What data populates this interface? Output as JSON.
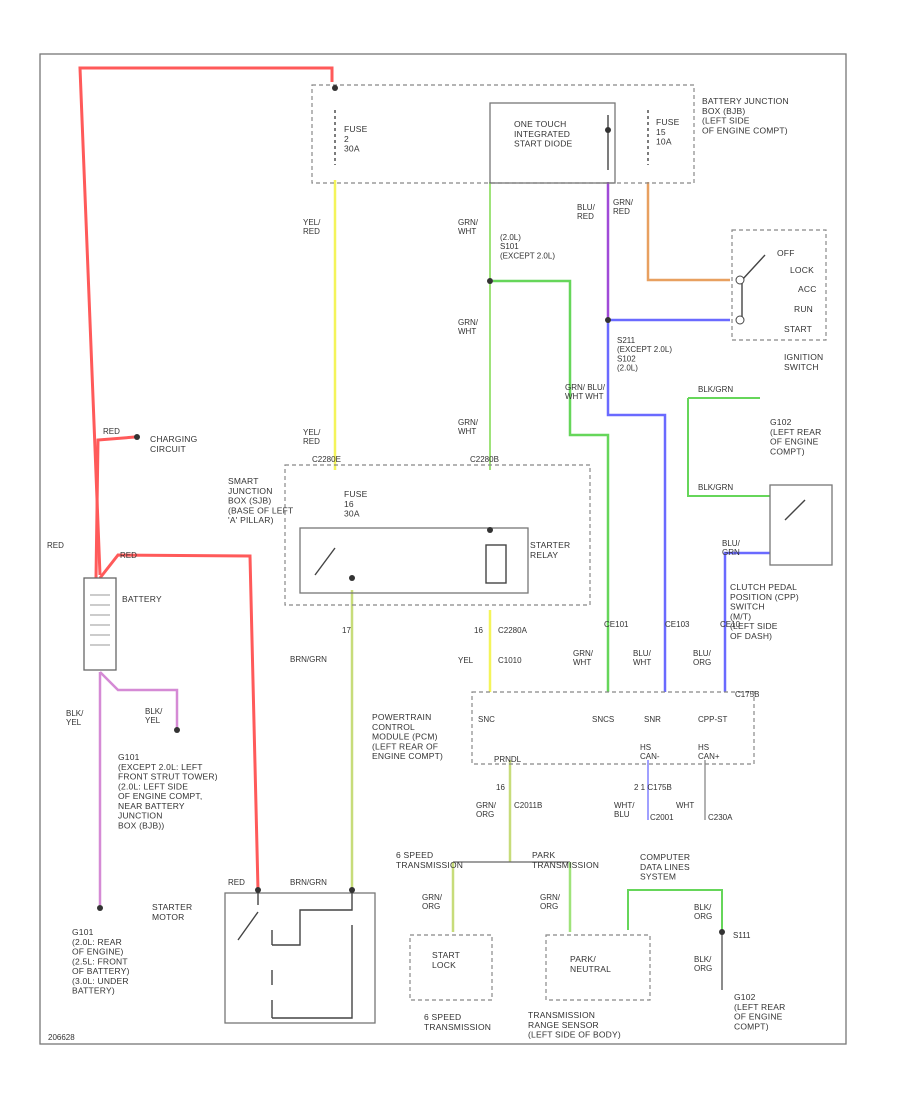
{
  "colors": {
    "red": "#ff5a5a",
    "yellow": "#f4f45a",
    "light_green": "#9fe37a",
    "green": "#66d65a",
    "purple": "#a04ad8",
    "blue": "#6a6aff",
    "orange": "#e8a060",
    "pink_violet": "#d58ad5",
    "olive_green": "#c7dc7a",
    "gray": "#666666"
  },
  "labels": {
    "fuse_box": "BATTERY JUNCTION\nBOX (BJB)\n(LEFT SIDE\nOF ENGINE COMPT)",
    "fuse_2": "FUSE\n2\n30A",
    "fuse_15": "FUSE\n15\n10A",
    "diode": "ONE TOUCH\nINTEGRATED\nSTART DIODE",
    "wire_yel_red": "YEL/\nRED",
    "wire_grn_wht": "GRN/\nWHT",
    "wire_blu_red": "BLU/\nRED",
    "wire_grn_red": "GRN/\nRED",
    "s201": "(2.0L)\nS101\n(EXCEPT 2.0L)",
    "ignition_switch": "IGNITION\nSWITCH",
    "ign_off": "OFF",
    "ign_lock": "LOCK",
    "ign_acc": "ACC",
    "ign_run": "RUN",
    "ign_start": "START",
    "s211": "S211\n(EXCEPT 2.0L)\nS102\n(2.0L)",
    "grn_blu_line": "GRN/ BLU/\nWHT WHT",
    "charging": "CHARGING\nCIRCUIT",
    "battery": "BATTERY",
    "sjb": "SMART\nJUNCTION\nBOX (SJB)\n(BASE OF LEFT\n'A' PILLAR)",
    "fuse_16": "FUSE\n16\n30A",
    "starter_relay": "STARTER\nRELAY",
    "c2280e": "C2280E",
    "c2280b": "C2280B",
    "wire_red_top": "RED",
    "wire_red_side": "RED",
    "wire_red_bat": "RED",
    "g102": "G102\n(LEFT REAR\nOF ENGINE\nCOMPT)",
    "clutch": "CLUTCH PEDAL\nPOSITION (CPP)\nSWITCH\n(M/T)\n(LEFT SIDE\nOF DASH)",
    "wire_blk_grn": "BLK/GRN",
    "wire_blu_grn": "BLU/\nGRN",
    "wire_brn_grn": "BRN/GRN",
    "pin_17": "17",
    "pin_16": "16",
    "c2280a": "C2280A",
    "wire_yel": "YEL",
    "c1010": "C1010",
    "pcm": "POWERTRAIN\nCONTROL\nMODULE (PCM)\n(LEFT REAR OF\nENGINE COMPT)",
    "pcm_sns": "SNC",
    "pcm_sncs": "SNCS",
    "pcm_snr": "SNR",
    "pcm_cpp": "CPP-ST",
    "ce101": "CE101",
    "ce103": "CE103",
    "ce10": "CE10",
    "c175b": "C175B",
    "wire_grn_wht2": "GRN/\nWHT",
    "wire_blu_wht": "BLU/\nWHT",
    "wire_blu_org": "BLU/\nORG",
    "wire_blk_yel": "BLK/\nYEL",
    "wire_blk_yel2": "BLK/\nYEL",
    "g101": "G101\n(EXCEPT 2.0L: LEFT\nFRONT STRUT TOWER)\n(2.0L: LEFT SIDE\nOF ENGINE COMPT,\nNEAR BATTERY\nJUNCTION\nBOX (BJB))",
    "prnd": "PRNDL",
    "hs_can_l": "HS\nCAN-",
    "hs_can_h": "HS\nCAN+",
    "pins_can": "2    1    C175B",
    "wire_wht_blu": "WHT/\nBLU",
    "wire_wht": "WHT",
    "c2001": "C2001",
    "c230a": "C230A",
    "wire_grn_org": "GRN/\nORG",
    "c2011b": "C2011B",
    "c1": "16",
    "six_speed": "6 SPEED\nTRANSMISSION",
    "park": "PARK\nTRANSMISSION",
    "computer": "COMPUTER\nDATA LINES\nSYSTEM",
    "starter_motor": "STARTER\nMOTOR",
    "wire_red_starter": "RED",
    "wire_brn_grn2": "BRN/GRN",
    "g101_bot": "G101\n(2.0L: REAR\nOF ENGINE)\n(2.5L: FRONT\nOF BATTERY)\n(3.0L: UNDER\nBATTERY)",
    "wire_grn_org2": "GRN/\nORG",
    "wire_grn_org3": "GRN/\nORG",
    "wire_blk_org": "BLK/\nORG",
    "wire_blk_org2": "BLK/\nORG",
    "start_lock": "START\nLOCK",
    "park_neutral": "PARK/\nNEUTRAL",
    "s111": "S111",
    "g102_bot": "G102\n(LEFT REAR\nOF ENGINE\nCOMPT)",
    "six_speed2": "6 SPEED\nTRANSMISSION",
    "trs": "TRANSMISSION\nRANGE SENSOR\n(LEFT SIDE OF BODY)",
    "ref": "206628"
  }
}
